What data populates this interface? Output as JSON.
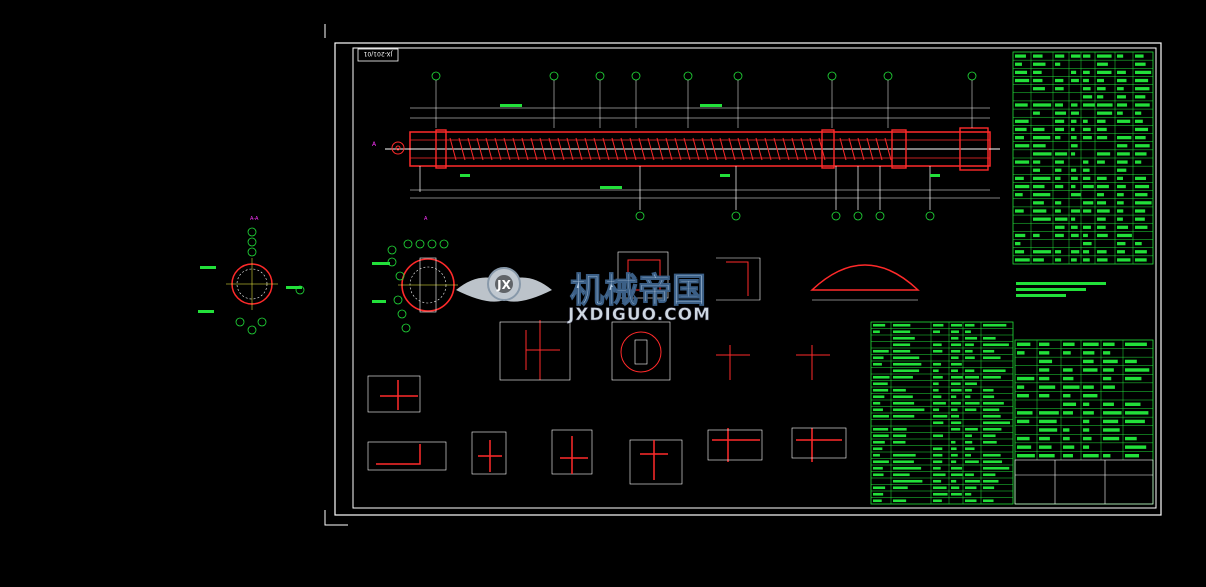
{
  "drawing": {
    "sheet_label": "JX-201/01",
    "colors": {
      "background": "#000000",
      "frame": "#ffffff",
      "outline": "#ff2a2a",
      "table": "#22e03a",
      "dimension": "#ffffff",
      "accent": "#ff33ff",
      "center": "#ffff44"
    },
    "icons": [
      "gear-wings-logo"
    ]
  },
  "watermark": {
    "title": "机械帝国",
    "url": "JXDIGUO.COM"
  }
}
